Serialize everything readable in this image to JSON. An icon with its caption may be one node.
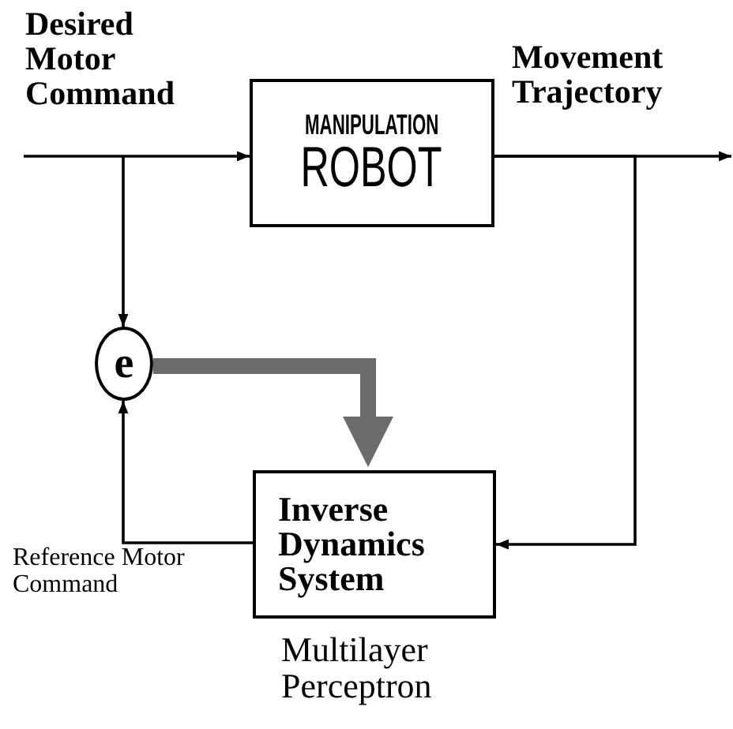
{
  "diagram": {
    "nodes": [
      {
        "text": [
          "MANIPULATION",
          "ROBOT"
        ]
      },
      {
        "text": [
          "e"
        ]
      },
      {
        "text": [
          "Inverse Dynamics System"
        ],
        "beside": [
          "Multilayer Perceptron"
        ]
      }
    ],
    "edges": [
      {
        "from": null,
        "to": 0,
        "arrow": "to"
      },
      {
        "from": 0,
        "to": null,
        "arrow": "to"
      },
      {
        "from": null,
        "to": 1,
        "arrow": "to"
      },
      {
        "from": 0,
        "to": 2,
        "arrow": "to"
      },
      {
        "from": 1,
        "to": 2,
        "arrow": "to",
        "style": "thick",
        "color": "#6b6b6b"
      },
      {
        "from": 2,
        "to": 1,
        "arrow": "to"
      }
    ],
    "labels": [
      "Desired Motor Command",
      "Movement Trajectory",
      "Reference Motor Command"
    ]
  }
}
